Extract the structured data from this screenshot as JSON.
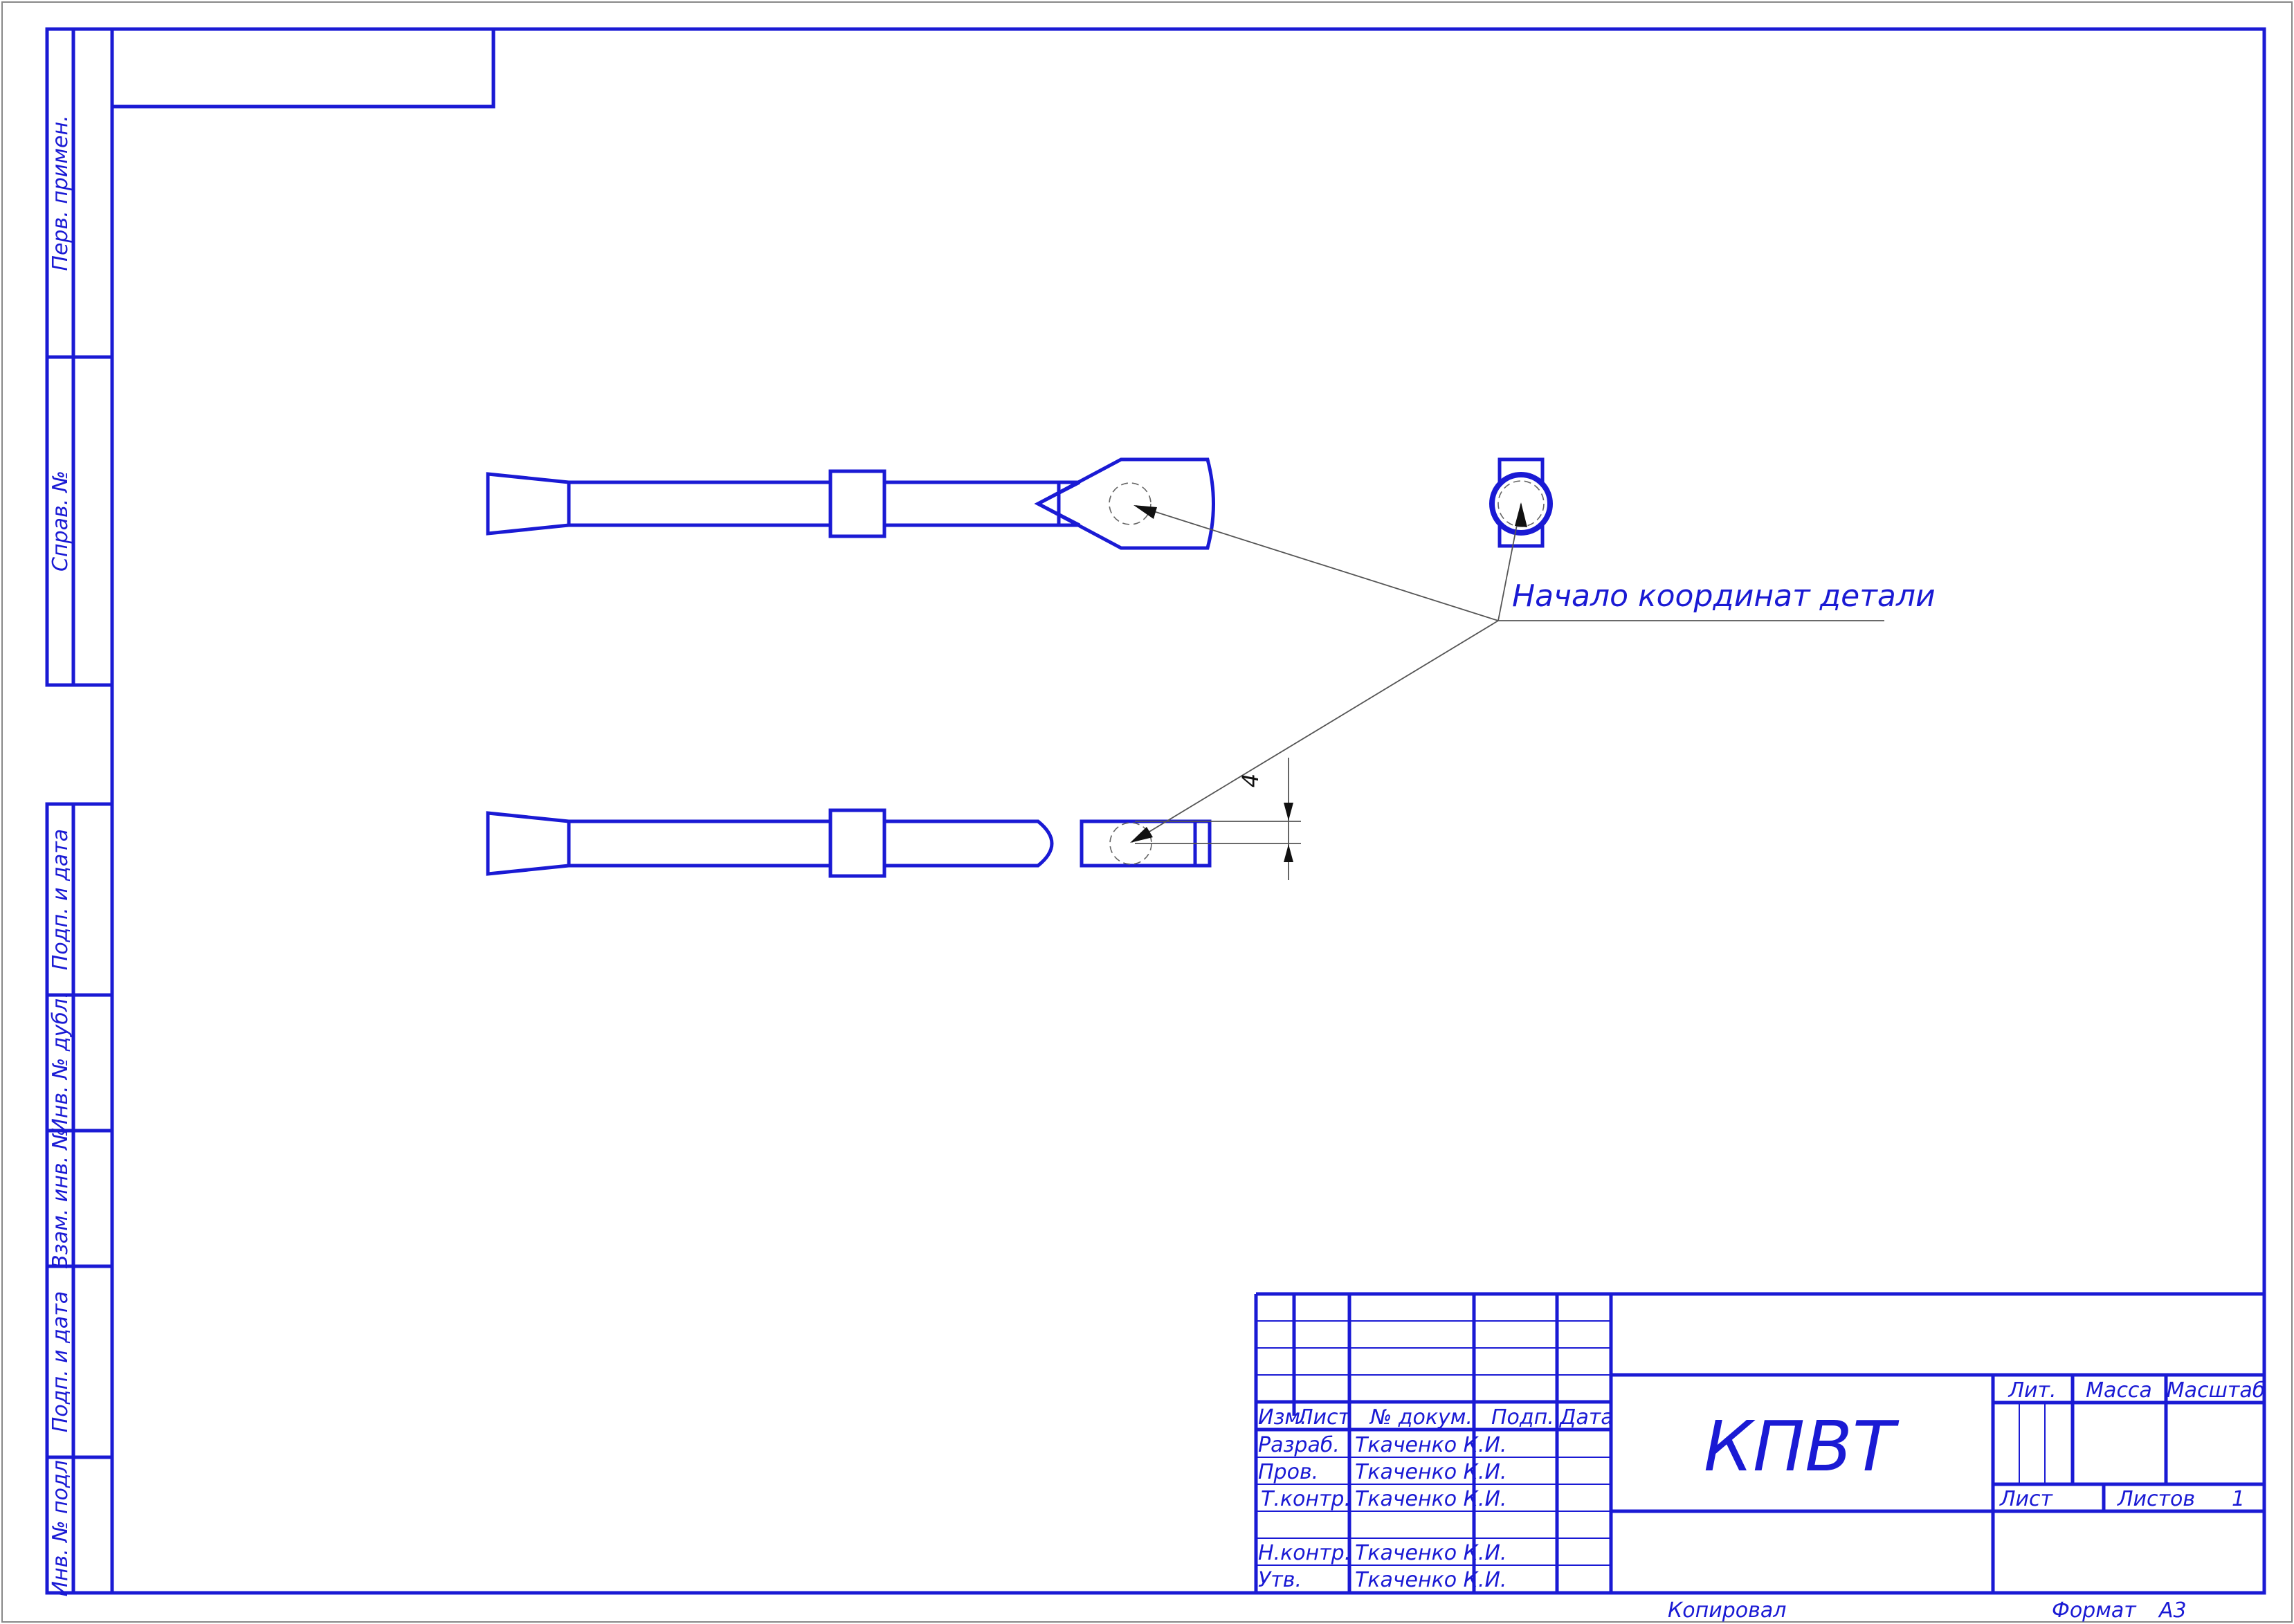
{
  "side_columns": [
    "Перв. примен.",
    "Справ. №",
    "Подп. и дата",
    "Инв. № дубл.",
    "Взам. инв. №",
    "Подп. и дата",
    "Инв. № подл."
  ],
  "annotation": {
    "origin_label": "Начало координат детали",
    "dimension_value": "4"
  },
  "title_block": {
    "header": [
      "Изм.",
      "Лист",
      "№ докум.",
      "Подп.",
      "Дата"
    ],
    "roles": [
      {
        "role": "Разраб.",
        "name": "Ткаченко К.И."
      },
      {
        "role": "Пров.",
        "name": "Ткаченко К.И."
      },
      {
        "role": "Т.контр.",
        "name": "Ткаченко К.И."
      },
      {
        "role": "Н.контр.",
        "name": "Ткаченко К.И."
      },
      {
        "role": "Утв.",
        "name": "Ткаченко К.И."
      }
    ],
    "designation": "КПВТ",
    "lit_label": "Лит.",
    "mass_label": "Масса",
    "scale_label": "Масштаб",
    "sheet_label": "Лист",
    "sheets_label": "Листов",
    "sheets_count": "1"
  },
  "footer": {
    "copied": "Копировал",
    "format_label": "Формат",
    "format_value": "А3"
  }
}
